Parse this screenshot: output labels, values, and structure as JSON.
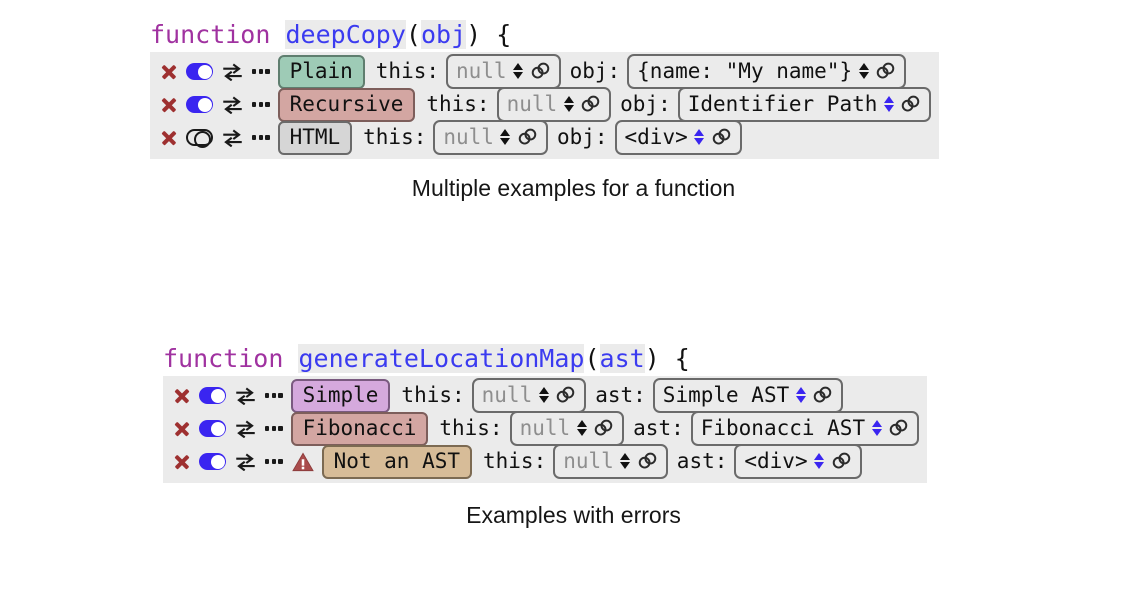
{
  "page": {
    "background": "#ffffff",
    "accent_blue": "#3a25f0",
    "keyword_color": "#a032a0",
    "identifier_color": "#3b3bf0",
    "panel_bg": "#ebebeb"
  },
  "icons": {
    "remove": "x-icon",
    "toggle_on": "toggle-on-icon",
    "toggle_off": "toggle-off-icon",
    "swap": "swap-arrows-icon",
    "more": "more-dots-icon",
    "warning": "warning-triangle-icon",
    "link": "link-chain-icon",
    "spinner": "spinner-arrows-icon"
  },
  "sections": [
    {
      "id": "deep-copy",
      "signature": {
        "keyword": "function",
        "name": "deepCopy",
        "open_paren": "(",
        "param": "obj",
        "close_paren": ")",
        "brace": " {"
      },
      "caption": "Multiple examples for a function",
      "rows": [
        {
          "toggle": "on",
          "warning": false,
          "chip": {
            "text": "Plain",
            "color": "green"
          },
          "args": [
            {
              "label": "this:",
              "value": "null",
              "muted": true,
              "spinner": "black"
            },
            {
              "label": "obj:",
              "value": "{name: \"My name\"}",
              "muted": false,
              "spinner": "black"
            }
          ]
        },
        {
          "toggle": "on",
          "warning": false,
          "chip": {
            "text": "Recursive",
            "color": "salmon"
          },
          "args": [
            {
              "label": "this:",
              "value": "null",
              "muted": true,
              "spinner": "black"
            },
            {
              "label": "obj:",
              "value": "Identifier Path",
              "muted": false,
              "spinner": "blue"
            }
          ]
        },
        {
          "toggle": "off",
          "warning": false,
          "chip": {
            "text": "HTML",
            "color": "gray"
          },
          "args": [
            {
              "label": "this:",
              "value": "null",
              "muted": true,
              "spinner": "black"
            },
            {
              "label": "obj:",
              "value": "<div>",
              "muted": false,
              "spinner": "blue"
            }
          ]
        }
      ]
    },
    {
      "id": "generate-location-map",
      "signature": {
        "keyword": "function",
        "name": "generateLocationMap",
        "open_paren": "(",
        "param": "ast",
        "close_paren": ")",
        "brace": " {"
      },
      "caption": "Examples with errors",
      "rows": [
        {
          "toggle": "on",
          "warning": false,
          "chip": {
            "text": "Simple",
            "color": "purple"
          },
          "args": [
            {
              "label": "this:",
              "value": "null",
              "muted": true,
              "spinner": "black"
            },
            {
              "label": "ast:",
              "value": "Simple AST",
              "muted": false,
              "spinner": "blue"
            }
          ]
        },
        {
          "toggle": "on",
          "warning": false,
          "chip": {
            "text": "Fibonacci",
            "color": "salmon"
          },
          "args": [
            {
              "label": "this:",
              "value": "null",
              "muted": true,
              "spinner": "black"
            },
            {
              "label": "ast:",
              "value": "Fibonacci AST",
              "muted": false,
              "spinner": "blue"
            }
          ]
        },
        {
          "toggle": "on",
          "warning": true,
          "chip": {
            "text": "Not an AST",
            "color": "tan"
          },
          "args": [
            {
              "label": "this:",
              "value": "null",
              "muted": true,
              "spinner": "black"
            },
            {
              "label": "ast:",
              "value": "<div>",
              "muted": false,
              "spinner": "blue"
            }
          ]
        }
      ]
    }
  ]
}
